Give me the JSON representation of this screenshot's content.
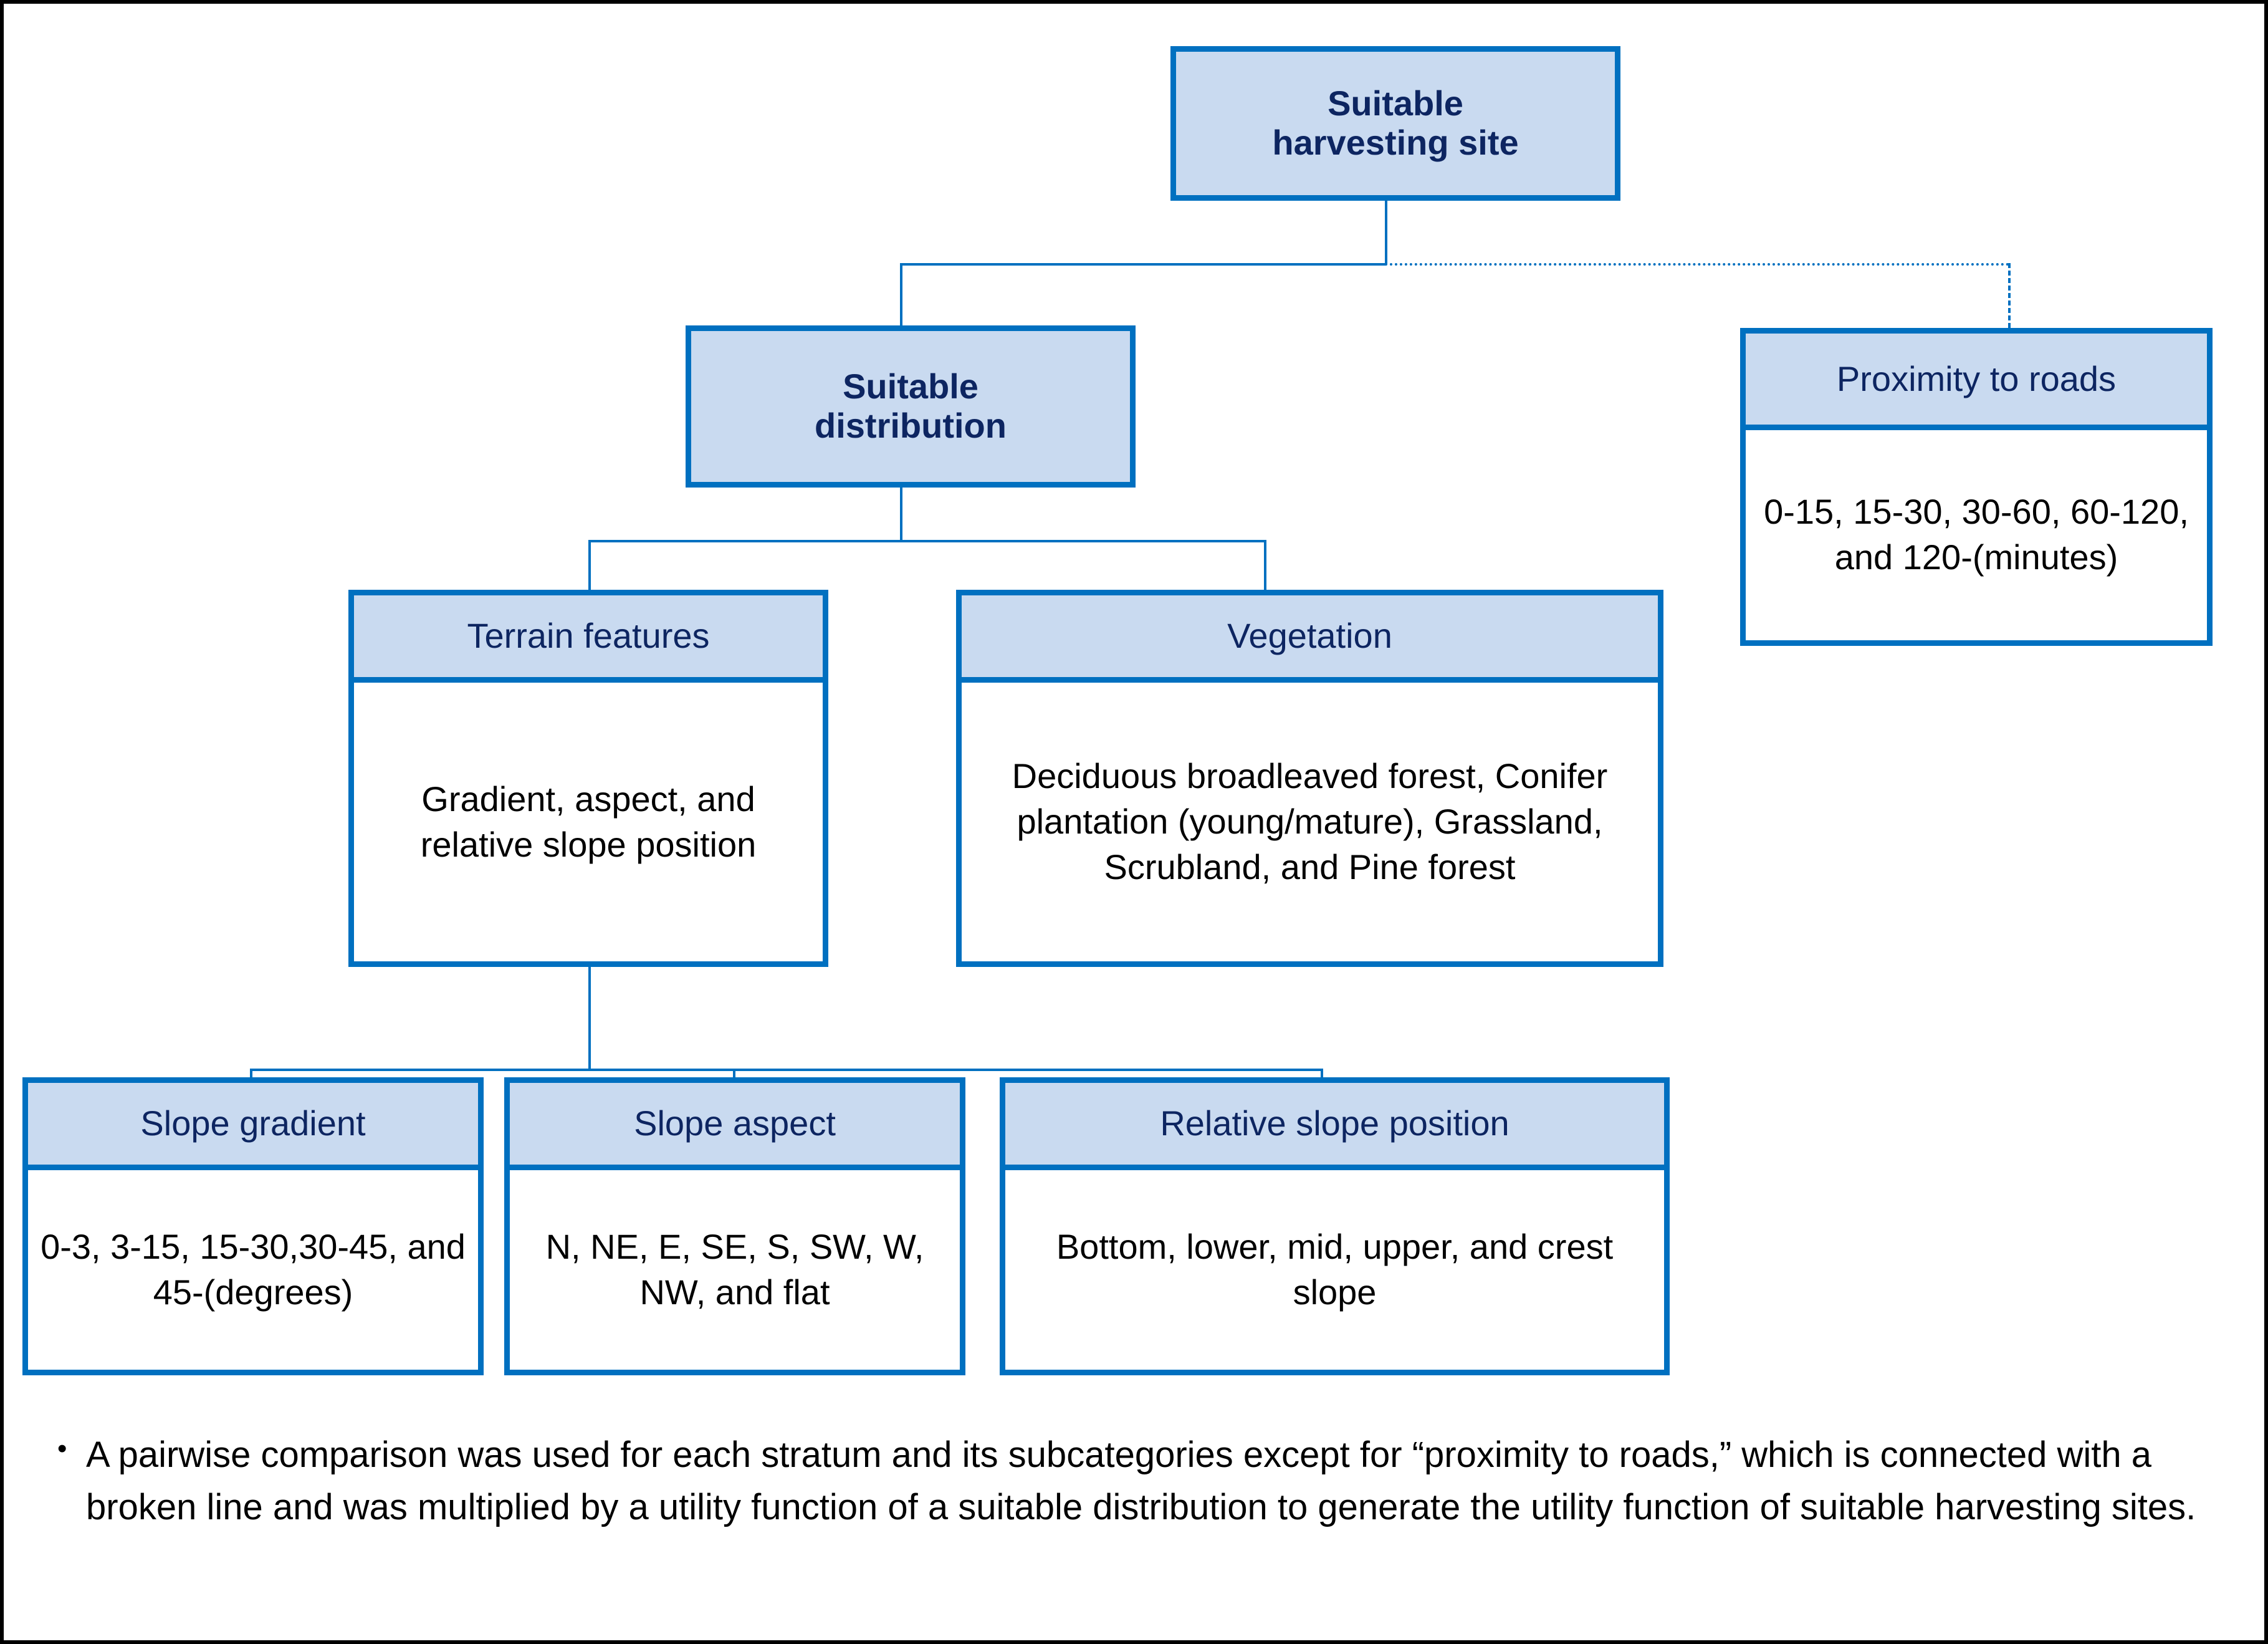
{
  "figure": {
    "colors": {
      "border_blue": "#0070c0",
      "header_fill": "#c9daf0",
      "header_text_navy": "#0d2561",
      "body_text": "#000000",
      "frame_black": "#000000"
    }
  },
  "nodes": {
    "root": {
      "title": "Suitable\nharvesting site",
      "title_line1": "Suitable",
      "title_line2": "harvesting site"
    },
    "suitable_distribution": {
      "title_line1": "Suitable",
      "title_line2": "distribution"
    },
    "proximity_to_roads": {
      "header": "Proximity to roads",
      "body": "0-15, 15-30, 30-60, 60-120, and 120-(minutes)"
    },
    "terrain_features": {
      "header": "Terrain features",
      "body": "Gradient, aspect, and relative slope position"
    },
    "vegetation": {
      "header": "Vegetation",
      "body": "Deciduous broadleaved forest, Conifer plantation (young/mature), Grassland, Scrubland, and Pine forest"
    },
    "slope_gradient": {
      "header": "Slope gradient",
      "body": "0-3, 3-15, 15-30,30-45, and 45-(degrees)"
    },
    "slope_aspect": {
      "header": "Slope aspect",
      "body": "N, NE, E, SE, S, SW, W, NW, and flat"
    },
    "relative_slope_position": {
      "header": "Relative slope position",
      "body": "Bottom, lower, mid, upper, and crest slope"
    }
  },
  "footnote": {
    "bullet": "•",
    "text": "A pairwise comparison was used for each stratum and its subcategories except for “proximity to roads,” which is connected with a broken line and was multiplied by a utility function of a suitable distribution to generate the utility function of suitable harvesting sites."
  }
}
